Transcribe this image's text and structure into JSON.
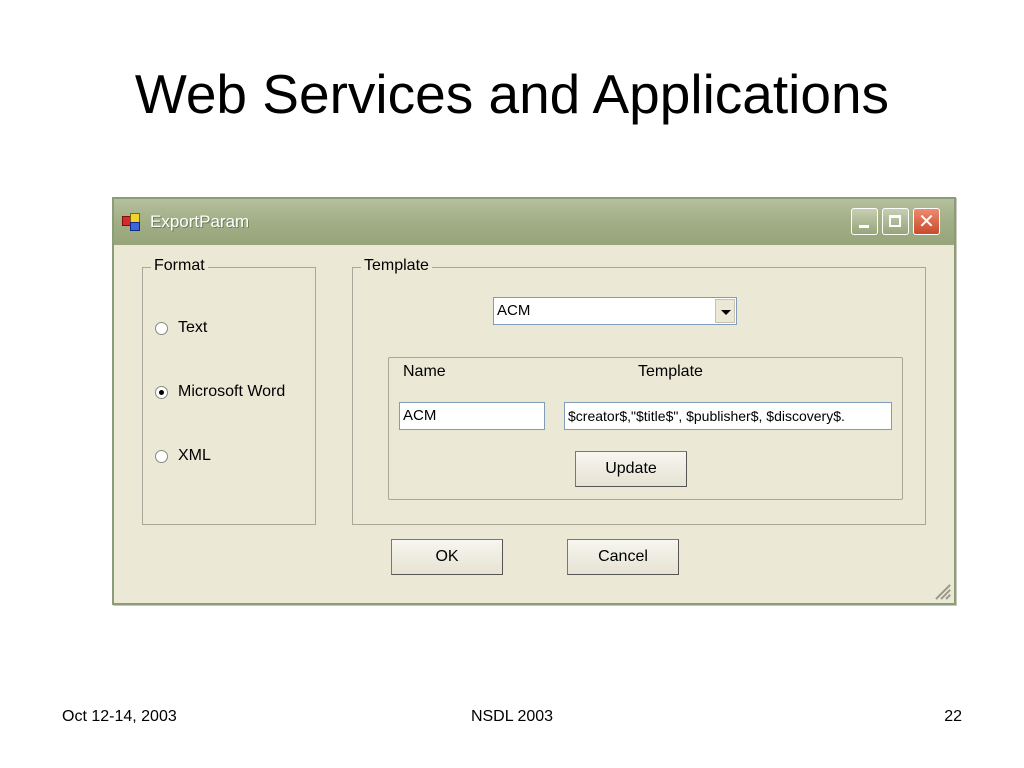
{
  "slide": {
    "title": "Web Services and Applications",
    "footer_left": "Oct 12-14, 2003",
    "footer_center": "NSDL 2003",
    "footer_right": "22"
  },
  "window": {
    "title": "ExportParam",
    "app_icon": "app-window-icon",
    "controls": [
      "minimize-icon",
      "maximize-icon",
      "close-icon"
    ]
  },
  "format_group": {
    "label": "Format",
    "options": [
      {
        "label": "Text",
        "selected": false
      },
      {
        "label": "Microsoft Word",
        "selected": true
      },
      {
        "label": "XML",
        "selected": false
      }
    ]
  },
  "template_group": {
    "label": "Template",
    "dropdown": {
      "value": "ACM"
    },
    "name_label": "Name",
    "template_label": "Template",
    "name_value": "ACM",
    "template_value": "$creator$,\"$title$\", $publisher$, $discovery$.",
    "update_label": "Update"
  },
  "buttons": {
    "ok": "OK",
    "cancel": "Cancel"
  },
  "colors": {
    "window_bg": "#ebe8d6",
    "titlebar": "#a2ae86",
    "close_button": "#d45a3c"
  }
}
